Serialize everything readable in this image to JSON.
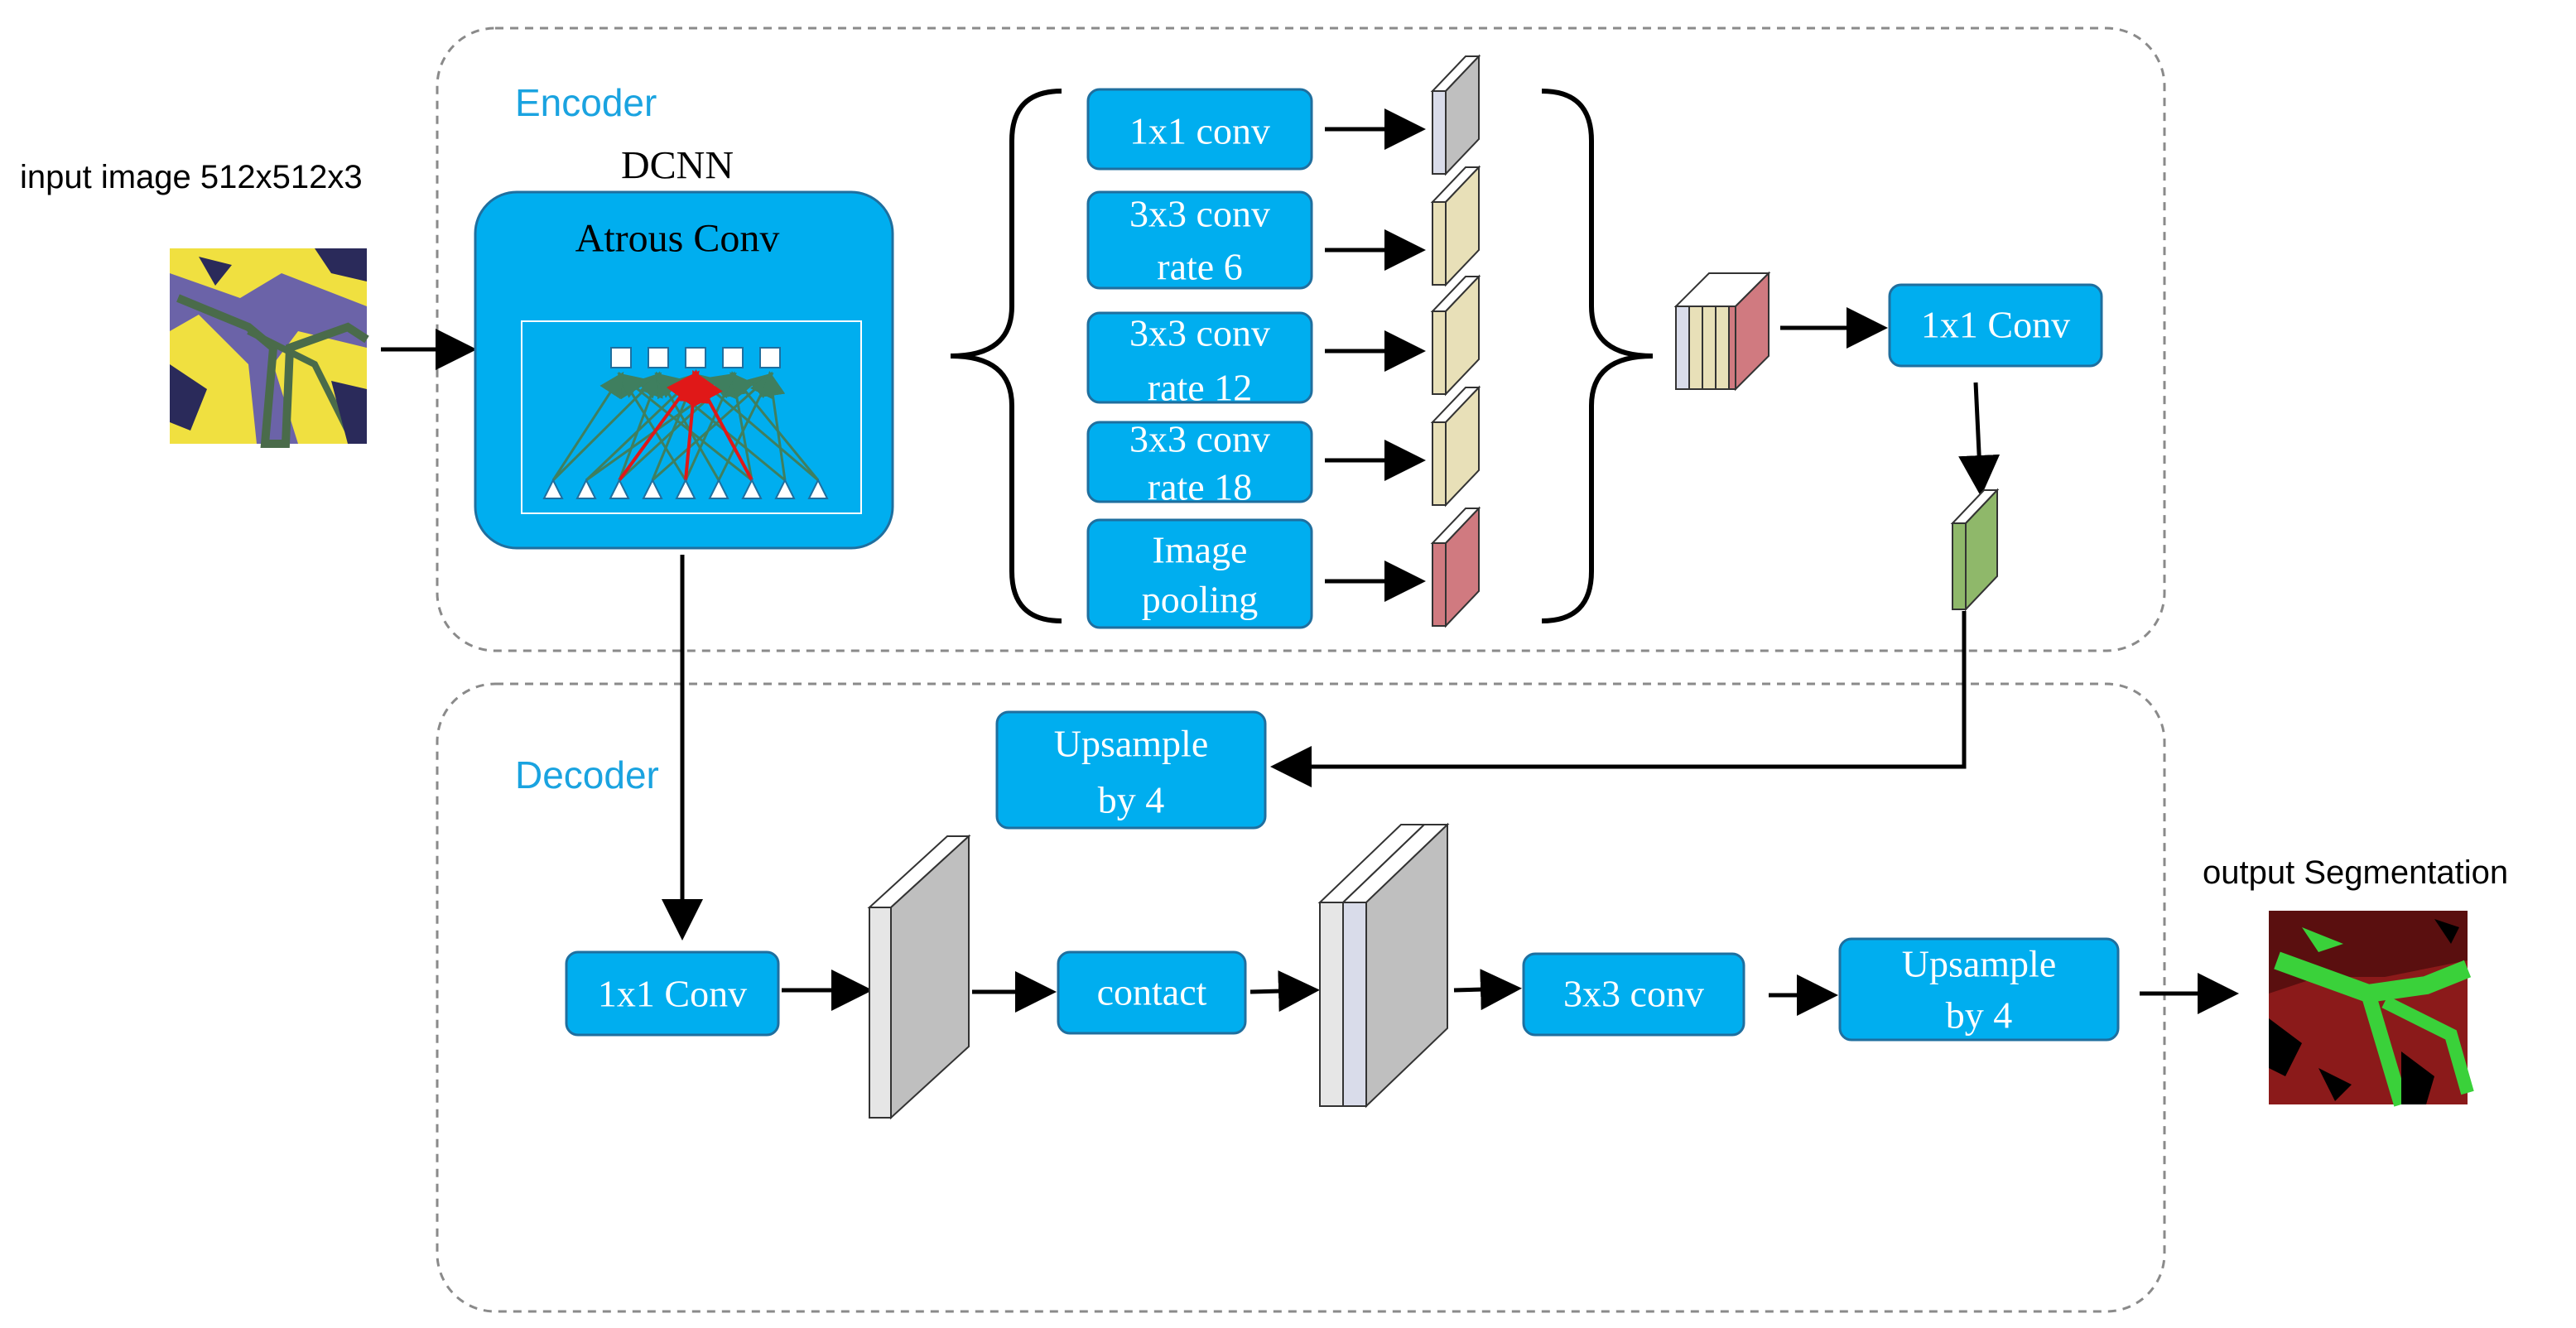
{
  "sections": {
    "encoder_label": "Encoder",
    "decoder_label": "Decoder"
  },
  "input": {
    "label": "input image 512x512x3"
  },
  "output": {
    "label": "output Segmentation"
  },
  "dcnn": {
    "title": "DCNN",
    "subtitle": "Atrous Conv"
  },
  "aspp": {
    "branch_1x1": "1x1 conv",
    "branch_r6_l1": "3x3 conv",
    "branch_r6_l2": "rate 6",
    "branch_r12_l1": "3x3 conv",
    "branch_r12_l2": "rate 12",
    "branch_r18_l1": "3x3 conv",
    "branch_r18_l2": "rate 18",
    "pool_l1": "Image",
    "pool_l2": "pooling",
    "merge_conv": "1x1 Conv"
  },
  "decoder": {
    "upsample1_l1": "Upsample",
    "upsample1_l2": "by 4",
    "low_level_conv": "1x1 Conv",
    "concat": "contact",
    "conv3x3": "3x3 conv",
    "upsample2_l1": "Upsample",
    "upsample2_l2": "by 4"
  },
  "colors": {
    "box_fill": "#00aeef",
    "box_stroke": "#1f6f9f",
    "section_label": "#1aa3e0",
    "feature_gray": "#bfbfbf",
    "feature_lavender": "#d9dcea",
    "feature_beige": "#e8e0b8",
    "feature_pink": "#d07a80",
    "feature_green": "#8fb86a",
    "input_yellow": "#f0e040",
    "input_purple": "#6b63a8",
    "output_red": "#8b1a1a",
    "output_green": "#3ad13a"
  }
}
